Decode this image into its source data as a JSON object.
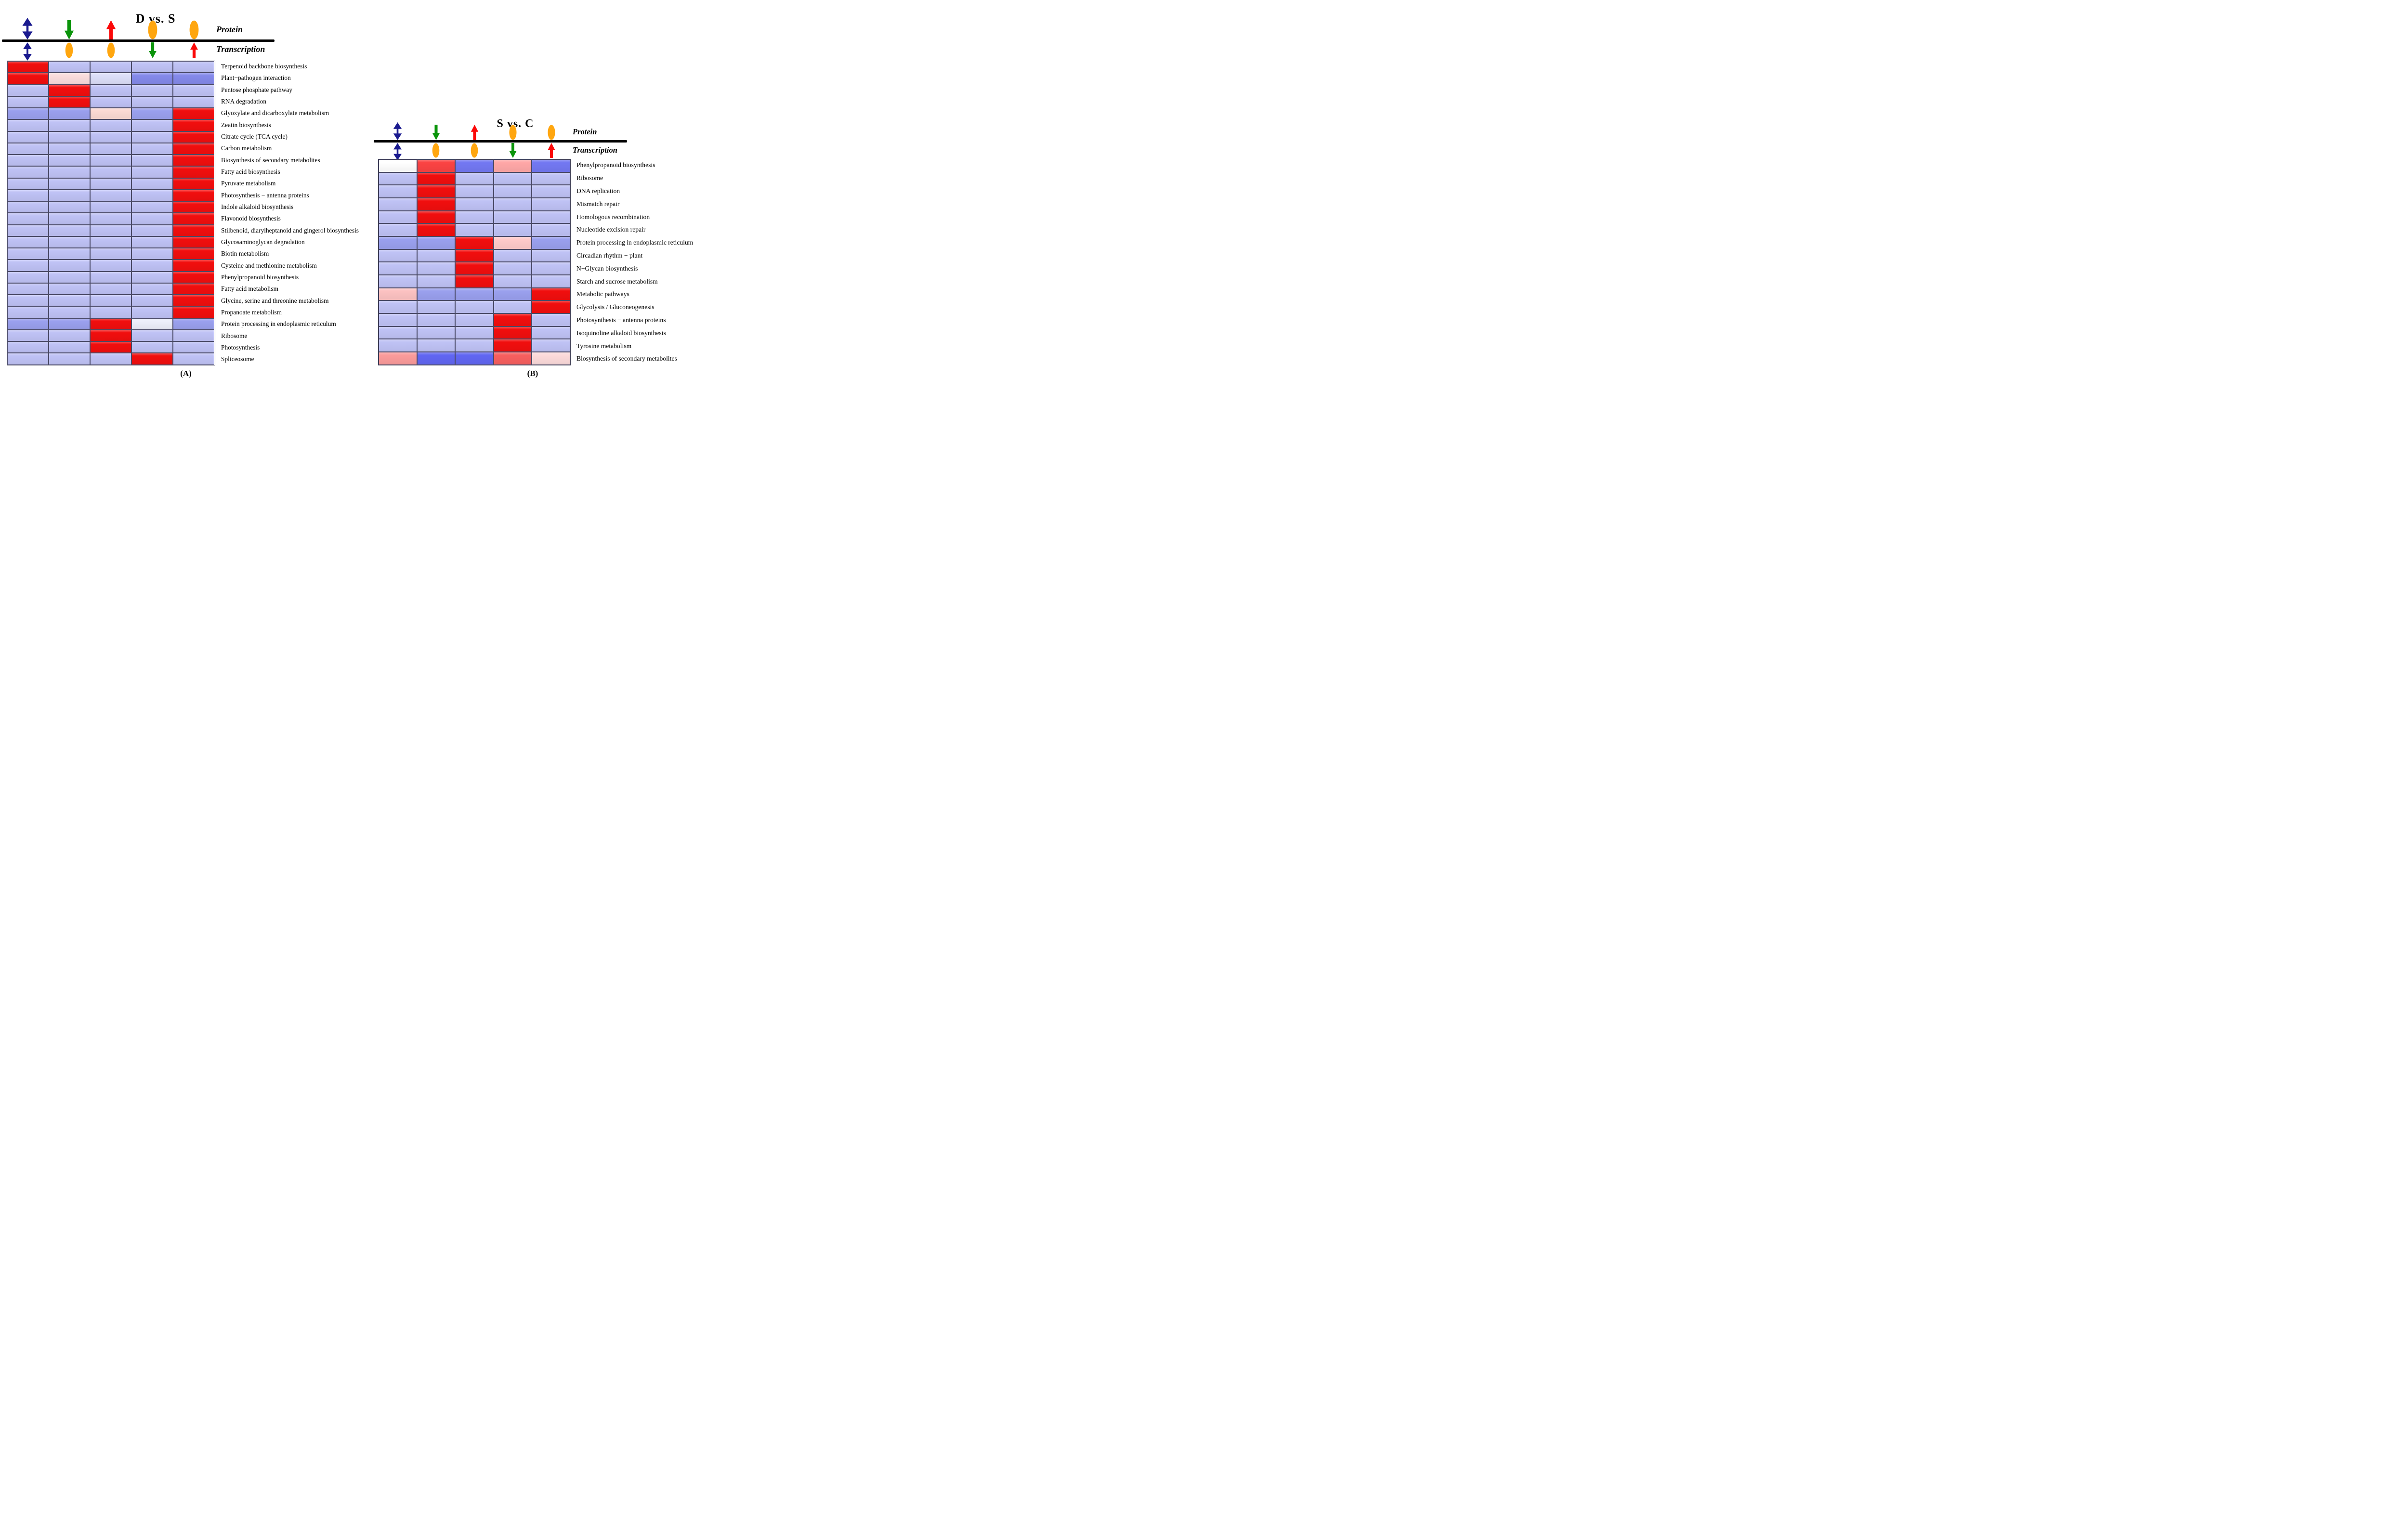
{
  "page": {
    "background": "#ffffff"
  },
  "icon_colors": {
    "double-arrow": "#1a1a8f",
    "down-arrow": "#0a940a",
    "up-arrow": "#fb0808",
    "oval": "#ffa60f",
    "separator_line": "#000000"
  },
  "chart_data": [
    {
      "type": "heatmap",
      "title": "D vs. S",
      "panel_label": "(A)",
      "axis_rows": {
        "top": "Protein",
        "bottom": "Transcription"
      },
      "column_icons": {
        "protein": [
          "double-arrow",
          "down-arrow",
          "up-arrow",
          "oval",
          "oval"
        ],
        "transcription": [
          "double-arrow",
          "oval",
          "oval",
          "down-arrow",
          "up-arrow"
        ]
      },
      "row_labels": [
        "Terpenoid backbone biosynthesis",
        "Plant−pathogen interaction",
        "Pentose phosphate pathway",
        "RNA degradation",
        "Glyoxylate and dicarboxylate metabolism",
        "Zeatin biosynthesis",
        "Citrate cycle (TCA cycle)",
        "Carbon metabolism",
        "Biosynthesis of secondary metabolites",
        "Fatty acid biosynthesis",
        "Pyruvate metabolism",
        "Photosynthesis − antenna proteins",
        "Indole alkaloid biosynthesis",
        "Flavonoid biosynthesis",
        "Stilbenoid, diarylheptanoid and gingerol biosynthesis",
        "Glycosaminoglycan degradation",
        "Biotin metabolism",
        "Cysteine and methionine metabolism",
        "Phenylpropanoid biosynthesis",
        "Fatty acid metabolism",
        "Glycine, serine and threonine metabolism",
        "Propanoate metabolism",
        "Protein processing in endoplasmic reticulum",
        "Ribosome",
        "Photosynthesis",
        "Spliceosome"
      ],
      "cell_colors": [
        [
          "#f10e0e",
          "#bfc2f5",
          "#bfc2f5",
          "#bfc2f5",
          "#bfc2f5"
        ],
        [
          "#f10e0e",
          "#fadcdc",
          "#dcdef8",
          "#8489ea",
          "#8489ea"
        ],
        [
          "#bfc2f5",
          "#f10e0e",
          "#bfc2f5",
          "#bfc2f5",
          "#bfc2f5"
        ],
        [
          "#bfc2f5",
          "#f10e0e",
          "#bfc2f5",
          "#bfc2f5",
          "#bfc2f5"
        ],
        [
          "#9aa0ee",
          "#9aa0ee",
          "#fbd9d3",
          "#9aa0ee",
          "#f10e0e"
        ],
        [
          "#bfc2f5",
          "#bfc2f5",
          "#bfc2f5",
          "#bfc2f5",
          "#f10e0e"
        ],
        [
          "#bfc2f5",
          "#bfc2f5",
          "#bfc2f5",
          "#bfc2f5",
          "#f10e0e"
        ],
        [
          "#bfc2f5",
          "#bfc2f5",
          "#bfc2f5",
          "#bfc2f5",
          "#f10e0e"
        ],
        [
          "#bfc2f5",
          "#bfc2f5",
          "#bfc2f5",
          "#bfc2f5",
          "#f10e0e"
        ],
        [
          "#bfc2f5",
          "#bfc2f5",
          "#bfc2f5",
          "#bfc2f5",
          "#f10e0e"
        ],
        [
          "#bfc2f5",
          "#bfc2f5",
          "#bfc2f5",
          "#bfc2f5",
          "#f10e0e"
        ],
        [
          "#bfc2f5",
          "#bfc2f5",
          "#bfc2f5",
          "#bfc2f5",
          "#f10e0e"
        ],
        [
          "#bfc2f5",
          "#bfc2f5",
          "#bfc2f5",
          "#bfc2f5",
          "#f10e0e"
        ],
        [
          "#bfc2f5",
          "#bfc2f5",
          "#bfc2f5",
          "#bfc2f5",
          "#f10e0e"
        ],
        [
          "#bfc2f5",
          "#bfc2f5",
          "#bfc2f5",
          "#bfc2f5",
          "#f10e0e"
        ],
        [
          "#bfc2f5",
          "#bfc2f5",
          "#bfc2f5",
          "#bfc2f5",
          "#f10e0e"
        ],
        [
          "#bfc2f5",
          "#bfc2f5",
          "#bfc2f5",
          "#bfc2f5",
          "#f10e0e"
        ],
        [
          "#bfc2f5",
          "#bfc2f5",
          "#bfc2f5",
          "#bfc2f5",
          "#f10e0e"
        ],
        [
          "#bfc2f5",
          "#bfc2f5",
          "#bfc2f5",
          "#bfc2f5",
          "#f10e0e"
        ],
        [
          "#bfc2f5",
          "#bfc2f5",
          "#bfc2f5",
          "#bfc2f5",
          "#f10e0e"
        ],
        [
          "#bfc2f5",
          "#bfc2f5",
          "#bfc2f5",
          "#bfc2f5",
          "#f10e0e"
        ],
        [
          "#bfc2f5",
          "#bfc2f5",
          "#bfc2f5",
          "#bfc2f5",
          "#f10e0e"
        ],
        [
          "#9aa0ee",
          "#9aa0ee",
          "#f10e0e",
          "#edeffb",
          "#9aa0ee"
        ],
        [
          "#bfc2f5",
          "#bfc2f5",
          "#f10e0e",
          "#bfc2f5",
          "#bfc2f5"
        ],
        [
          "#bfc2f5",
          "#bfc2f5",
          "#f10e0e",
          "#bfc2f5",
          "#bfc2f5"
        ],
        [
          "#bfc2f5",
          "#bfc2f5",
          "#bfc2f5",
          "#f10e0e",
          "#bfc2f5"
        ]
      ]
    },
    {
      "type": "heatmap",
      "title": "S vs. C",
      "panel_label": "(B)",
      "axis_rows": {
        "top": "Protein",
        "bottom": "Transcription"
      },
      "column_icons": {
        "protein": [
          "double-arrow",
          "down-arrow",
          "up-arrow",
          "oval",
          "oval"
        ],
        "transcription": [
          "double-arrow",
          "oval",
          "oval",
          "down-arrow",
          "up-arrow"
        ]
      },
      "row_labels": [
        "Phenylpropanoid biosynthesis",
        "Ribosome",
        "DNA replication",
        "Mismatch repair",
        "Homologous recombination",
        "Nucleotide excision repair",
        "Protein processing in endoplasmic reticulum",
        "Circadian rhythm − plant",
        "N−Glycan biosynthesis",
        "Starch and sucrose metabolism",
        "Metabolic pathways",
        "Glycolysis / Gluconeogenesis",
        "Photosynthesis − antenna proteins",
        "Isoquinoline alkaloid biosynthesis",
        "Tyrosine metabolism",
        "Biosynthesis of secondary metabolites"
      ],
      "cell_colors": [
        [
          "#ffffff",
          "#fb4343",
          "#7378f2",
          "#ffa7a7",
          "#7378f2"
        ],
        [
          "#bfc2f5",
          "#f10e0e",
          "#bfc2f5",
          "#bfc2f5",
          "#bfc2f5"
        ],
        [
          "#bfc2f5",
          "#f10e0e",
          "#bfc2f5",
          "#bfc2f5",
          "#bfc2f5"
        ],
        [
          "#bfc2f5",
          "#f10e0e",
          "#bfc2f5",
          "#bfc2f5",
          "#bfc2f5"
        ],
        [
          "#bfc2f5",
          "#f10e0e",
          "#bfc2f5",
          "#bfc2f5",
          "#bfc2f5"
        ],
        [
          "#bfc2f5",
          "#f10e0e",
          "#bfc2f5",
          "#bfc2f5",
          "#bfc2f5"
        ],
        [
          "#9aa0ee",
          "#9aa0ee",
          "#f10e0e",
          "#ffcaca",
          "#9aa0ee"
        ],
        [
          "#bfc2f5",
          "#bfc2f5",
          "#f10e0e",
          "#bfc2f5",
          "#bfc2f5"
        ],
        [
          "#bfc2f5",
          "#bfc2f5",
          "#f10e0e",
          "#bfc2f5",
          "#bfc2f5"
        ],
        [
          "#bfc2f5",
          "#bfc2f5",
          "#f10e0e",
          "#bfc2f5",
          "#bfc2f5"
        ],
        [
          "#fcc2c2",
          "#9aa0ee",
          "#9aa0ee",
          "#9aa0ee",
          "#f10e0e"
        ],
        [
          "#bfc2f5",
          "#bfc2f5",
          "#bfc2f5",
          "#bfc2f5",
          "#f10e0e"
        ],
        [
          "#bfc2f5",
          "#bfc2f5",
          "#bfc2f5",
          "#f10e0e",
          "#bfc2f5"
        ],
        [
          "#bfc2f5",
          "#bfc2f5",
          "#bfc2f5",
          "#f10e0e",
          "#bfc2f5"
        ],
        [
          "#bfc2f5",
          "#bfc2f5",
          "#bfc2f5",
          "#f10e0e",
          "#bfc2f5"
        ],
        [
          "#fb9b9b",
          "#6166f2",
          "#6166f2",
          "#f75f5f",
          "#fcdada"
        ]
      ]
    }
  ]
}
